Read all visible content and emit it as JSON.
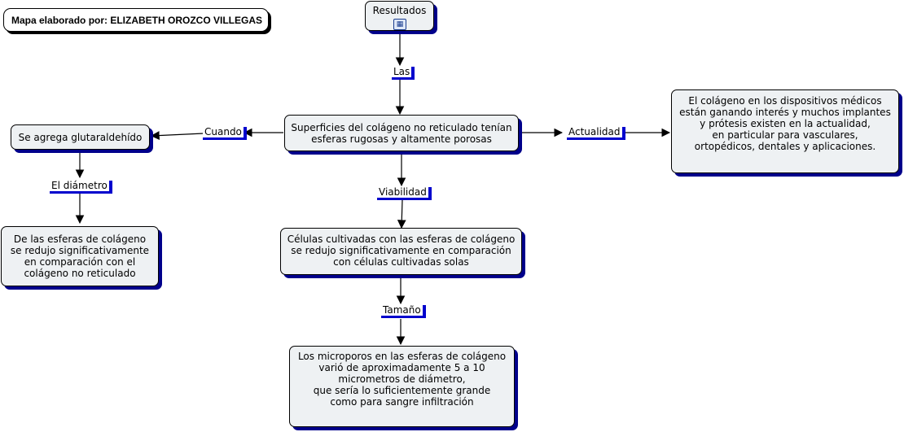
{
  "author": "Mapa elaborado por: ELIZABETH OROZCO VILLEGAS",
  "nodes": {
    "resultados": "Resultados",
    "superficies": "Superficies del colágeno no reticulado tenían\nesferas rugosas y altamente porosas",
    "glutaraldehido": "Se agrega glutaraldehído",
    "esferas_reducido": "De las esferas de colágeno\nse redujo significativamente\nen comparación con el\ncolágeno no reticulado",
    "colageno_dispositivos": "El colágeno en los dispositivos médicos\nestán ganando interés y muchos implantes\ny prótesis existen en la actualidad,\nen particular para vasculares,\nortopédicos, dentales y aplicaciones.",
    "celulas": "Células cultivadas con las esferas de colágeno\nse redujo significativamente en comparación\ncon células cultivadas solas",
    "microporos": "Los microporos en las esferas de colágeno\nvarió de aproximadamente 5 a 10\nmicrometros de diámetro,\nque sería lo suficientemente grande\ncomo para sangre infiltración"
  },
  "links": {
    "las": "Las",
    "cuando": "Cuando",
    "actualidad": "Actualidad",
    "diametro": "El diámetro",
    "viabilidad": "Viabilidad",
    "tamano": "Tamaño"
  },
  "icons": {
    "map_link": "concept-map-link-icon"
  },
  "colors": {
    "node_fill": "#eef1f3",
    "shadow": "#00008b",
    "link_underline": "#0000cd"
  }
}
